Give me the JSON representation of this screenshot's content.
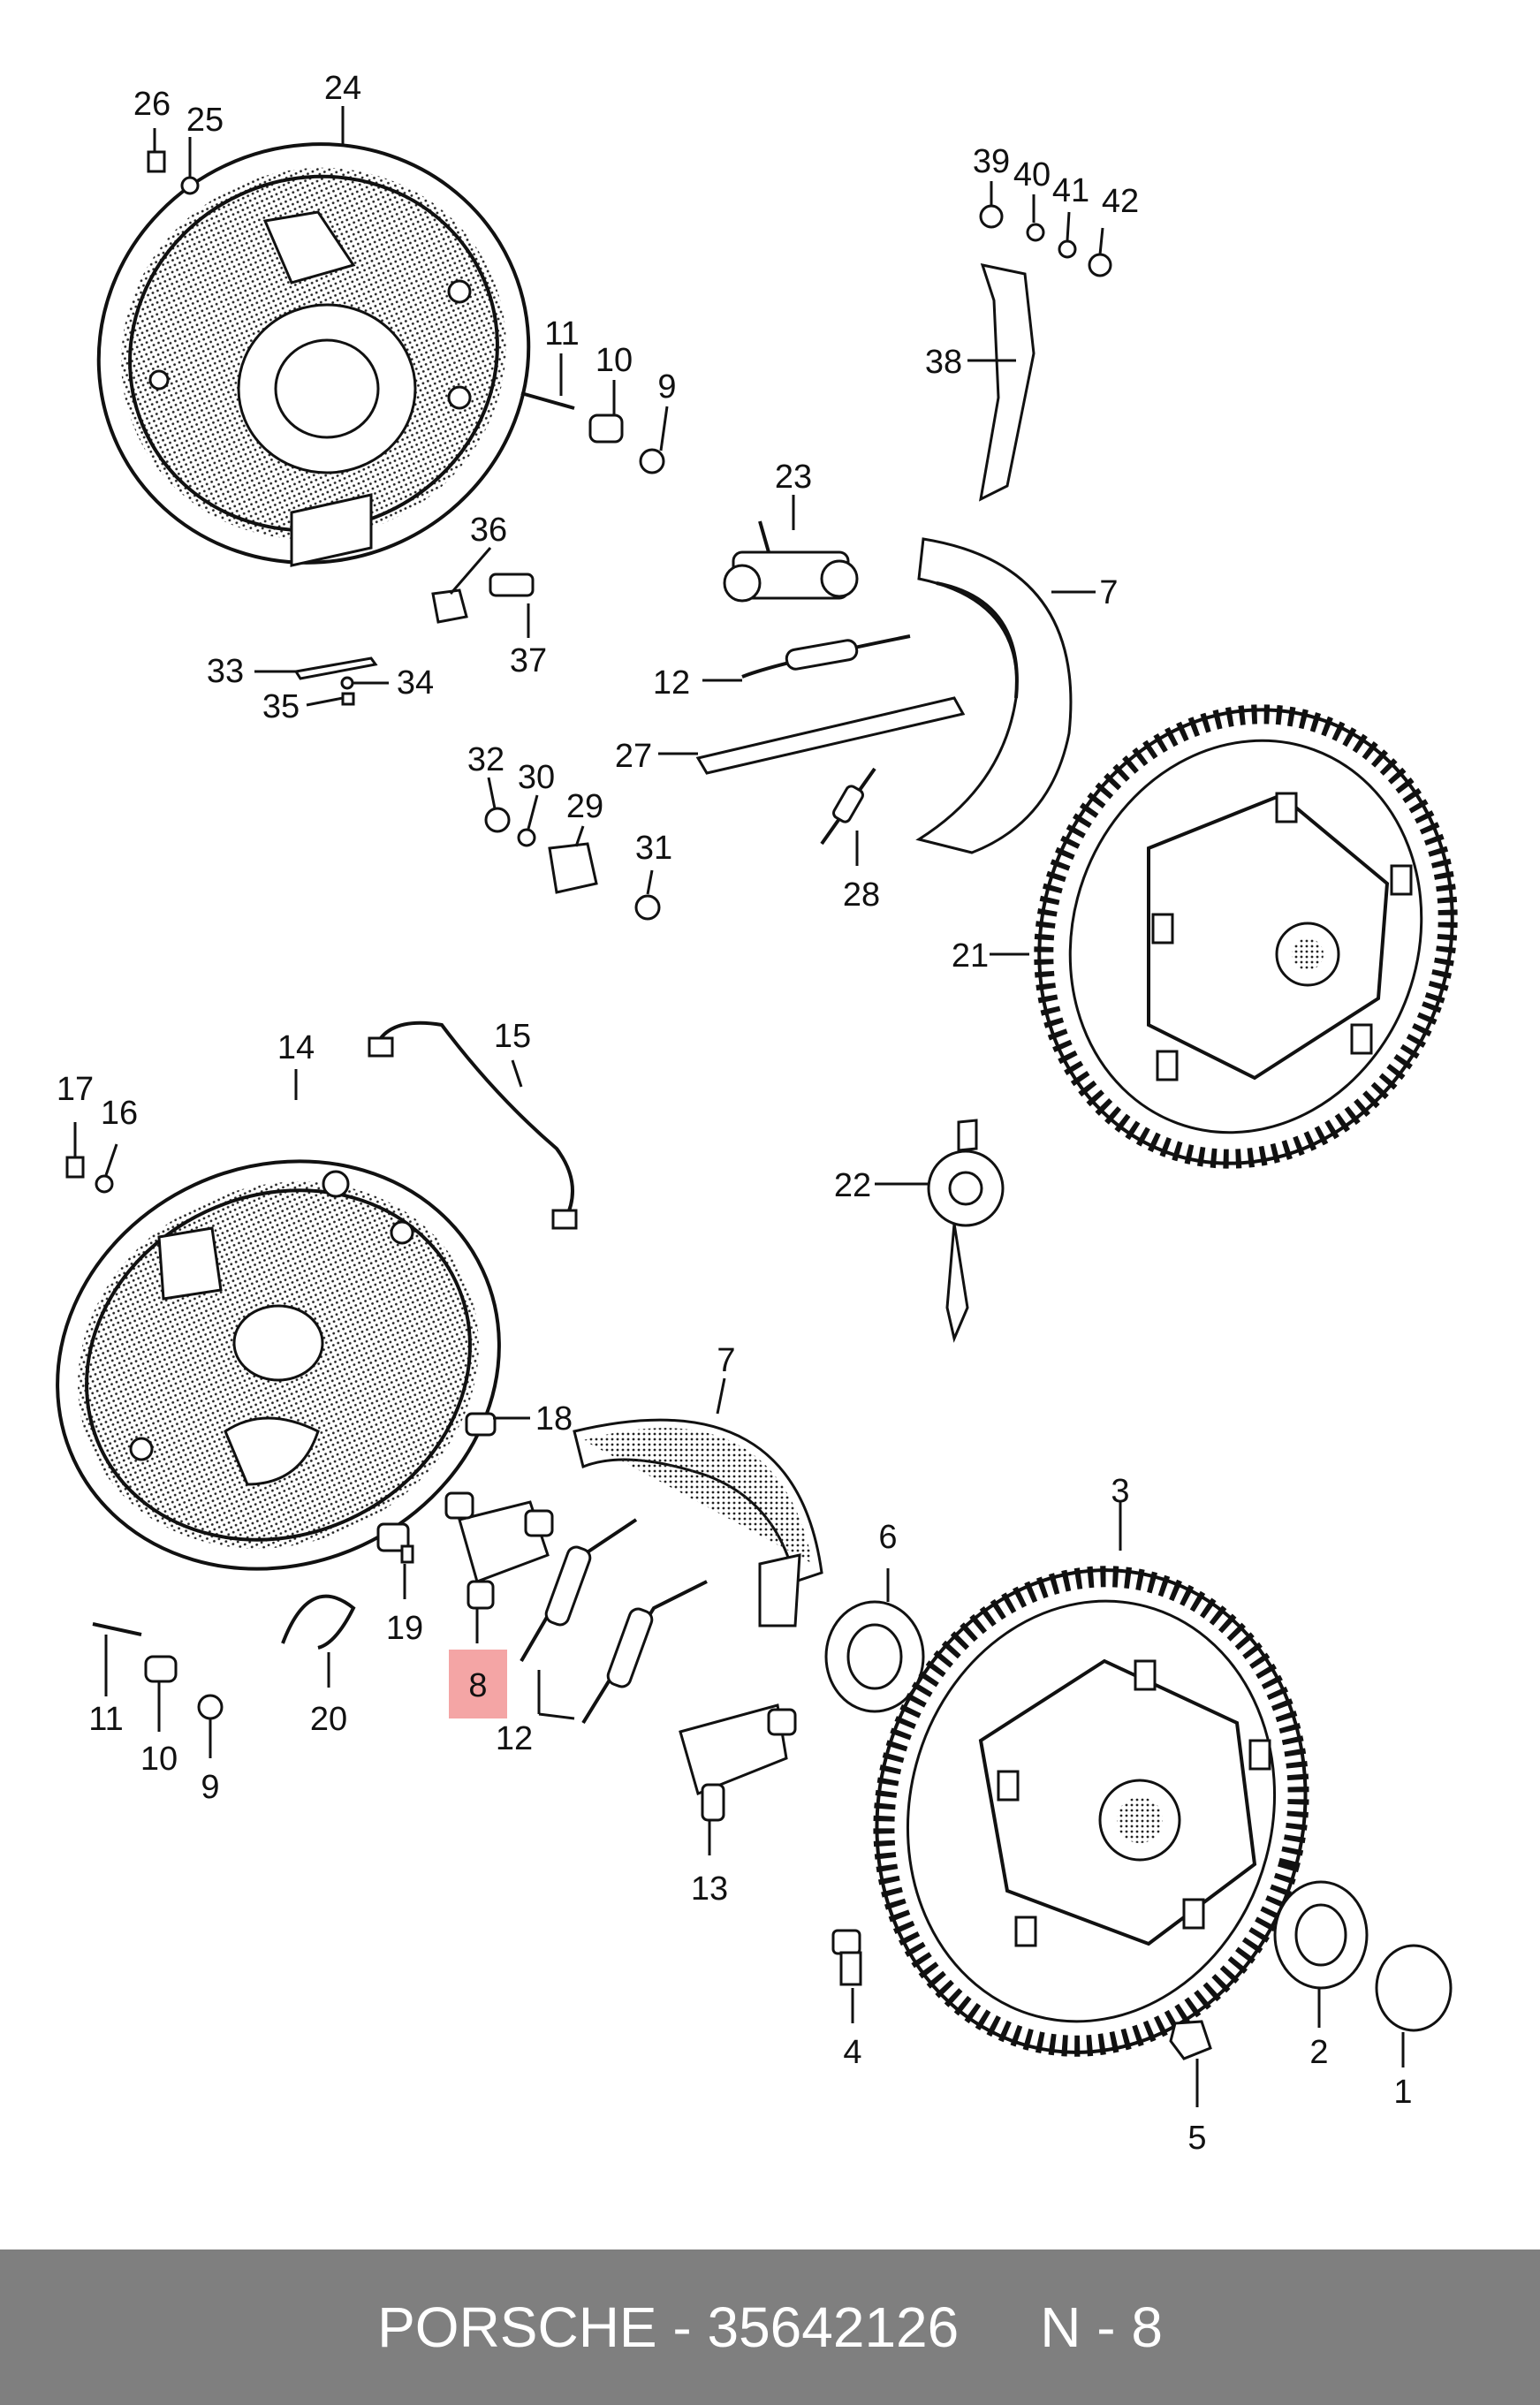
{
  "labels": {
    "1": "1",
    "2": "2",
    "3": "3",
    "4": "4",
    "5": "5",
    "6": "6",
    "7": "7",
    "7b": "7",
    "8": "8",
    "9": "9",
    "9b": "9",
    "10": "10",
    "10b": "10",
    "11": "11",
    "11b": "11",
    "12": "12",
    "12b": "12",
    "13": "13",
    "14": "14",
    "15": "15",
    "16": "16",
    "17": "17",
    "18": "18",
    "19": "19",
    "20": "20",
    "21": "21",
    "22": "22",
    "23": "23",
    "24": "24",
    "25": "25",
    "26": "26",
    "27": "27",
    "28": "28",
    "29": "29",
    "30": "30",
    "31": "31",
    "32": "32",
    "33": "33",
    "34": "34",
    "35": "35",
    "36": "36",
    "37": "37",
    "38": "38",
    "39": "39",
    "40": "40",
    "41": "41",
    "42": "42"
  },
  "highlight": {
    "part_label": "8",
    "color": "#f4a5a5"
  },
  "footer": {
    "brand_part": "PORSCHE - 35642126",
    "position": "N - 8",
    "background": "#7f7f7f"
  }
}
